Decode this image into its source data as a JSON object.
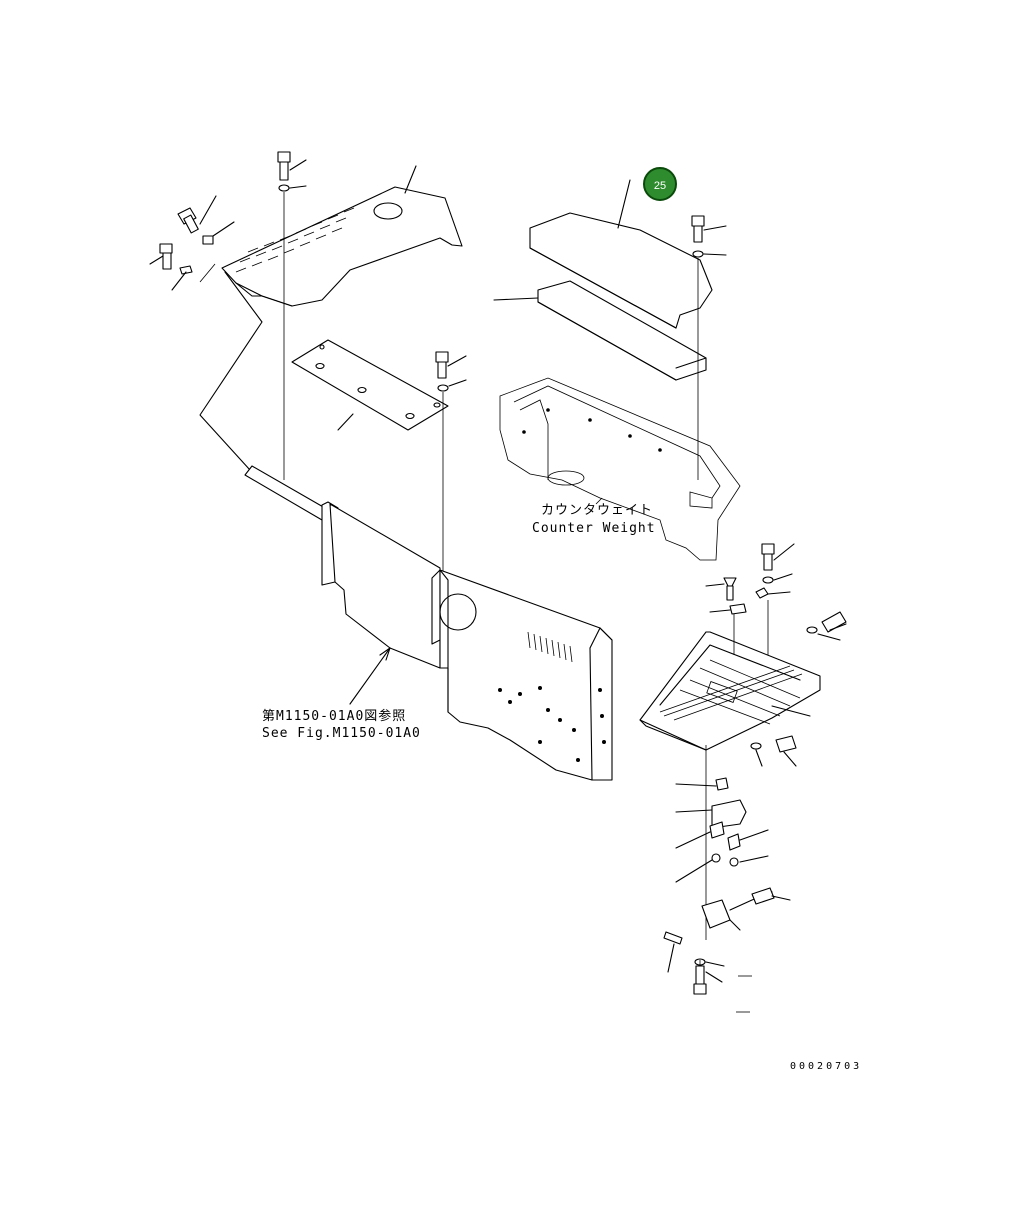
{
  "callout_badge": {
    "text": "25",
    "color": "#2e8b2e"
  },
  "labels": {
    "counter_weight_jp": "カウンタウェイト",
    "counter_weight_en": "Counter Weight",
    "see_fig_jp": "第M1150-01A0図参照",
    "see_fig_en": "See Fig.M1150-01A0"
  },
  "drawing_code": "00020703"
}
